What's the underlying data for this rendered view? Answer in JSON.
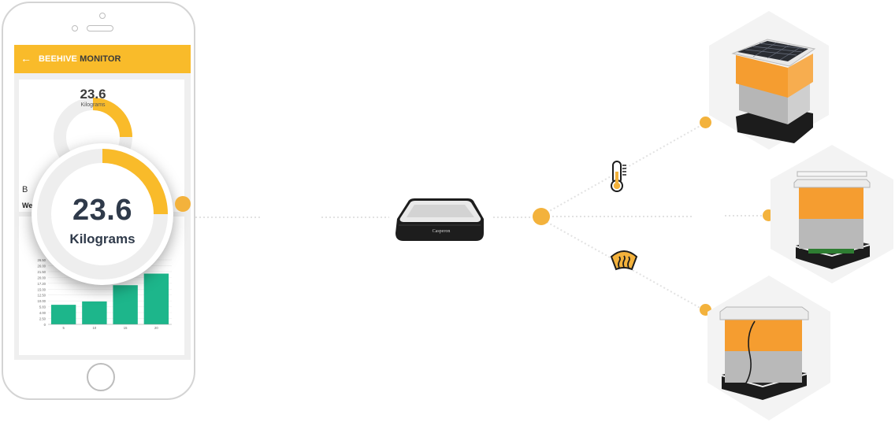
{
  "app": {
    "title_part1": "BEEHIVE",
    "title_part2": "MONITOR",
    "back_icon": "arrow-left-icon"
  },
  "reading": {
    "value": "23.6",
    "unit": "Kilograms",
    "gauge_fraction": 0.25
  },
  "chart_card": {
    "title": "B",
    "subtitle": "We"
  },
  "chart_data": {
    "type": "bar",
    "categories": [
      "5",
      "10",
      "15",
      "20"
    ],
    "values": [
      8.8,
      10.3,
      17.6,
      22.8
    ],
    "yticks": [
      "0",
      "2.50",
      "4.00",
      "5.83",
      "10.00",
      "12.50",
      "15.00",
      "17.20",
      "20.00",
      "21.50",
      "26.00",
      "26.50"
    ],
    "ylim": [
      0,
      29
    ],
    "grid": true,
    "bar_color": "#1db68b"
  },
  "gateway": {
    "brand": "Casperon"
  },
  "sensors": [
    {
      "icon": "thermometer-icon"
    },
    {
      "icon": "heater-icon"
    }
  ],
  "hives": [
    {
      "icon": "beehive-solar-icon"
    },
    {
      "icon": "beehive-icon"
    },
    {
      "icon": "beehive-wired-icon"
    }
  ],
  "colors": {
    "accent": "#f9bb2a",
    "node": "#f3b23c",
    "hive_body": "#f59d30",
    "hive_grey": "#b9b9b9",
    "bar": "#1db68b",
    "text_dark": "#2f3a4a"
  }
}
